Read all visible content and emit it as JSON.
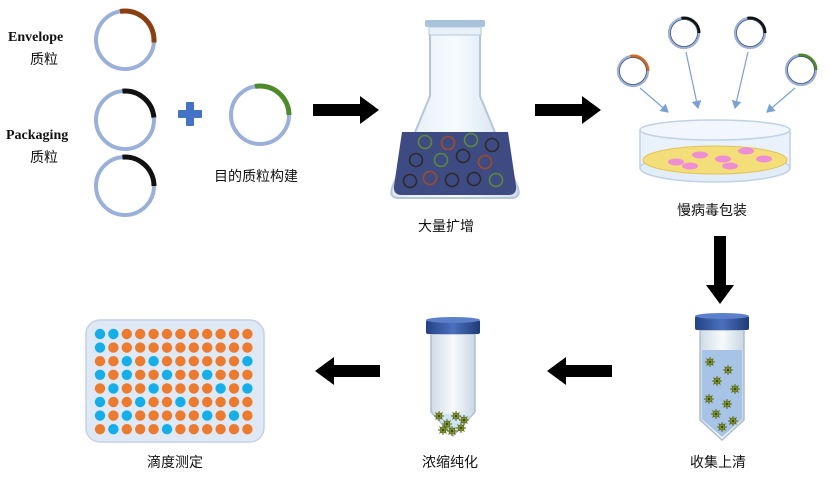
{
  "labels": {
    "envelope_en": "Envelope",
    "envelope_cn": "质粒",
    "packaging_en": "Packaging",
    "packaging_cn": "质粒",
    "construct": "目的质粒构建",
    "amplify": "大量扩增",
    "packaging_virus": "慢病毒包装",
    "collect": "收集上清",
    "concentrate": "浓缩纯化",
    "titer": "滴度测定"
  },
  "plate": {
    "rows": 8,
    "cols": 12,
    "blue_wells": [
      [
        0,
        0
      ],
      [
        0,
        1
      ],
      [
        1,
        0
      ],
      [
        2,
        2
      ],
      [
        2,
        4
      ],
      [
        2,
        11
      ],
      [
        3,
        0
      ],
      [
        3,
        2
      ],
      [
        3,
        5
      ],
      [
        3,
        8
      ],
      [
        4,
        1
      ],
      [
        4,
        4
      ],
      [
        4,
        9
      ],
      [
        4,
        11
      ],
      [
        5,
        0
      ],
      [
        5,
        3
      ],
      [
        5,
        6
      ],
      [
        6,
        0
      ],
      [
        6,
        2
      ],
      [
        6,
        8
      ],
      [
        6,
        10
      ],
      [
        7,
        1
      ],
      [
        7,
        5
      ]
    ]
  },
  "colors": {
    "plasmid_ring": "#9aafd9",
    "envelope_insert": "#8b3f10",
    "packaging_insert": "#111111",
    "target_insert": "#4e8a2a",
    "lv_insert_orange": "#d2691e",
    "flask_liquid": "#3e4a82",
    "dish_medium": "#f3de7a",
    "cell_pink": "#ee8fd6",
    "tube_cap": "#2e4f9a",
    "virus": "#8aa02a",
    "well_orange": "#ec7b30",
    "well_blue": "#16aee8",
    "plate_bg": "#dfe8f5",
    "arrow": "#000000",
    "plus": "#4472c4"
  }
}
